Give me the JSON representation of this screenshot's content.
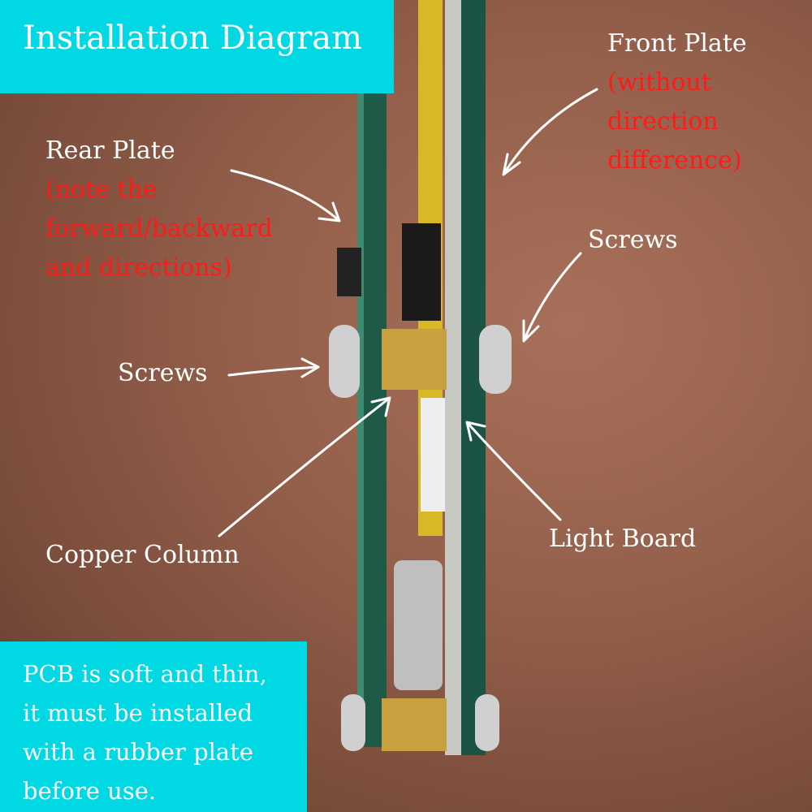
{
  "title": "Installation Diagram",
  "labels": {
    "front_plate": "Front Plate",
    "front_plate_note": [
      "(without",
      "direction",
      "difference)"
    ],
    "rear_plate": "Rear Plate",
    "rear_plate_note": [
      "(note the",
      "forward/backward",
      "and directions)"
    ],
    "screws_left": "Screws",
    "screws_right": "Screws",
    "copper_column": "Copper Column",
    "light_board": "Light Board"
  },
  "note": [
    "PCB is soft and thin,",
    "it must be installed",
    "with a rubber plate",
    "before use."
  ],
  "colors": {
    "accent": "#00d8e4",
    "warning": "#ff1a1a",
    "label": "#ffffff"
  }
}
